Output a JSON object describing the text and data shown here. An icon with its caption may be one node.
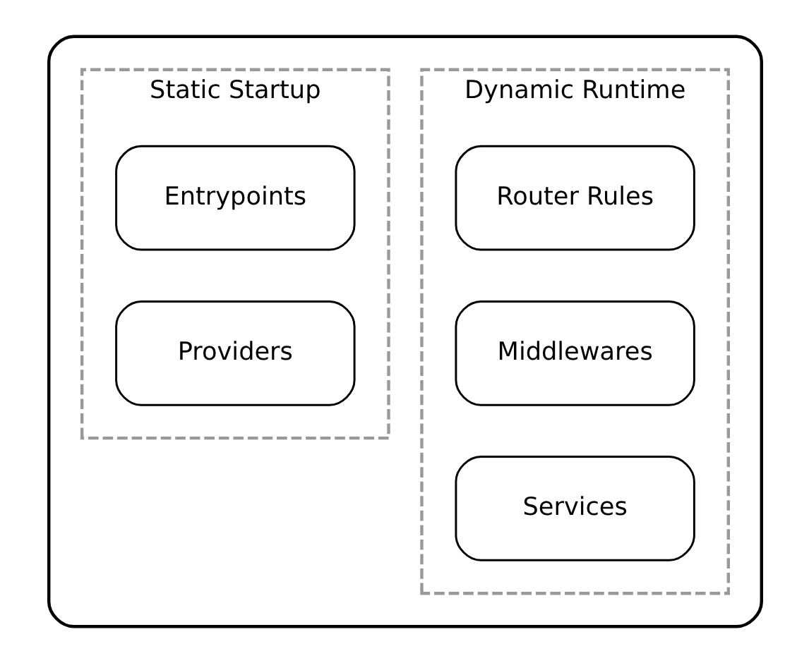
{
  "diagram": {
    "nodes": [
      {
        "text": [],
        "shape": "box"
      },
      {
        "text": [
          "Static Startup"
        ],
        "in": 0
      },
      {
        "text": [
          "Entrypoints"
        ],
        "in": 1
      },
      {
        "text": [
          "Providers"
        ],
        "in": 1
      },
      {
        "text": [
          "Dynamic Runtime"
        ],
        "in": 0
      },
      {
        "text": [
          "Router Rules"
        ],
        "in": 4
      },
      {
        "text": [
          "Middlewares"
        ],
        "in": 4
      },
      {
        "text": [
          "Services"
        ],
        "in": 4
      }
    ],
    "edges": []
  }
}
